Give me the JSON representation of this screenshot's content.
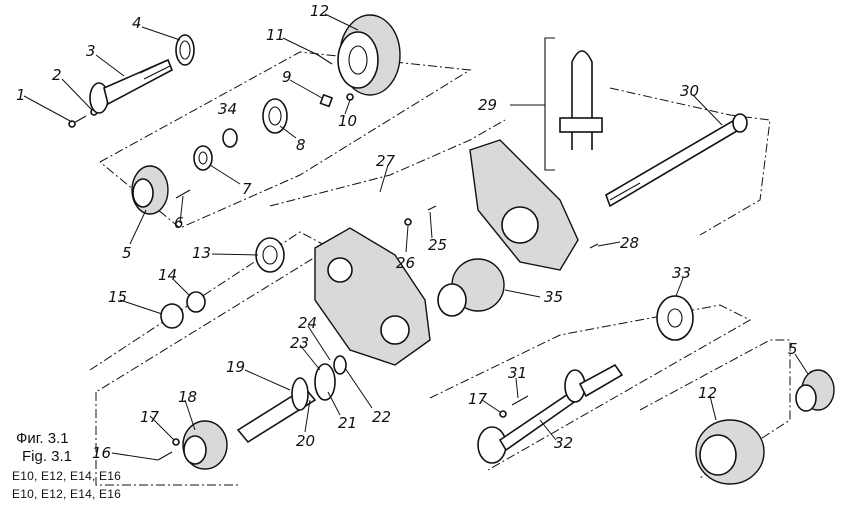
{
  "caption": {
    "title_ru": "Фиг. 3.1",
    "title_en": "Fig. 3.1",
    "models_line1": "E10, E12, E14, E16",
    "models_line2": "E10, E12, E14, E16"
  },
  "callouts": [
    "1",
    "2",
    "3",
    "4",
    "5",
    "6",
    "7",
    "8",
    "9",
    "10",
    "11",
    "12",
    "13",
    "14",
    "15",
    "16",
    "17",
    "18",
    "19",
    "20",
    "21",
    "22",
    "23",
    "24",
    "25",
    "26",
    "27",
    "28",
    "29",
    "30",
    "31",
    "32",
    "33",
    "34",
    "35",
    "17",
    "5",
    "12"
  ]
}
